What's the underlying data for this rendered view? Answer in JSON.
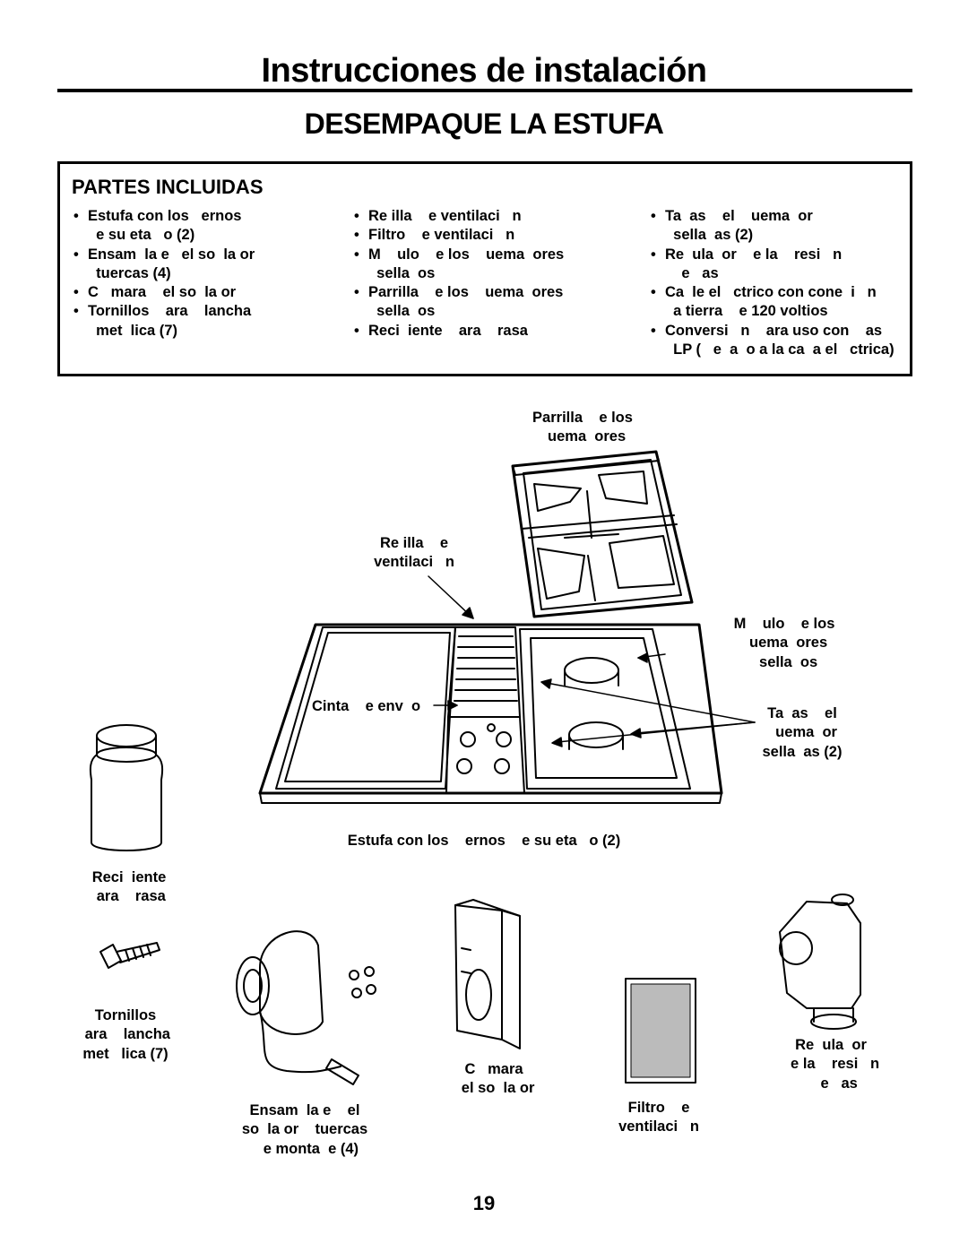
{
  "header": {
    "title": "Instrucciones de instalación",
    "section": "DESEMPAQUE LA ESTUFA"
  },
  "parts_box": {
    "heading": "PARTES INCLUIDAS",
    "columns": [
      [
        "Estufa con los   ernos\n  e su eta   o (2)",
        "Ensam  la e   el so  la or\n  tuercas (4)",
        "C   mara    el so  la or",
        "Tornillos    ara    lancha\n  met  lica (7)"
      ],
      [
        "Re illa    e ventilaci   n",
        "Filtro    e ventilaci   n",
        "M    ulo    e los    uema  ores\n  sella  os",
        "Parrilla    e los    uema  ores\n  sella  os",
        "Reci  iente    ara    rasa"
      ],
      [
        "Ta  as    el    uema  or\n  sella  as (2)",
        "Re  ula  or    e la    resi   n\n    e   as",
        "Ca  le el   ctrico con cone  i   n\n  a tierra    e 120 voltios",
        "Conversi   n    ara uso con    as\n  LP (   e  a  o a la ca  a el   ctrica)"
      ]
    ]
  },
  "labels": {
    "grates": "Parrilla    e los\n  uema  ores",
    "vent_grille": "Re illa    e\nventilaci   n",
    "burner_module": "M    ulo    e los\n  uema  ores\n  sella  os",
    "tape": "Cinta    e env  o",
    "burner_caps": "Ta  as    el\n  uema  or\nsella  as (2)",
    "cooktop": "Estufa con los    ernos    e su eta   o (2)",
    "grease_jar": "Reci  iente\n ara    rasa",
    "screws": "Tornillos\n ara    lancha\nmet   lica (7)",
    "blower": "Ensam  la e    el\nso  la or    tuercas\n   e monta  e (4)",
    "chamber": "C   mara\n  el so  la or",
    "filter": "Filtro    e\nventilaci   n",
    "regulator": "Re  ula  or\n  e la    resi   n\n    e   as"
  },
  "page_number": "19"
}
